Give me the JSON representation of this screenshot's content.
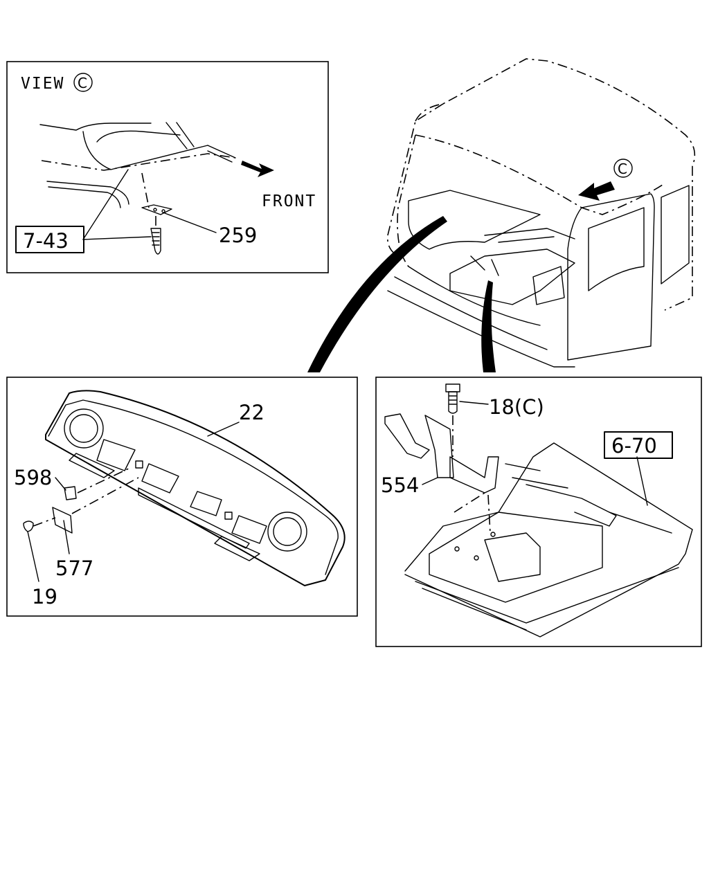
{
  "view_panel": {
    "title": "VIEW",
    "view_marker": "C",
    "front_label": "FRONT",
    "ref_box": "7-43",
    "part_259": "259"
  },
  "cab": {
    "view_marker": "C"
  },
  "console_panel": {
    "part_22": "22",
    "part_598": "598",
    "part_577": "577",
    "part_19": "19"
  },
  "floor_panel": {
    "part_18c": "18(C)",
    "part_554": "554",
    "ref_box": "6-70"
  }
}
